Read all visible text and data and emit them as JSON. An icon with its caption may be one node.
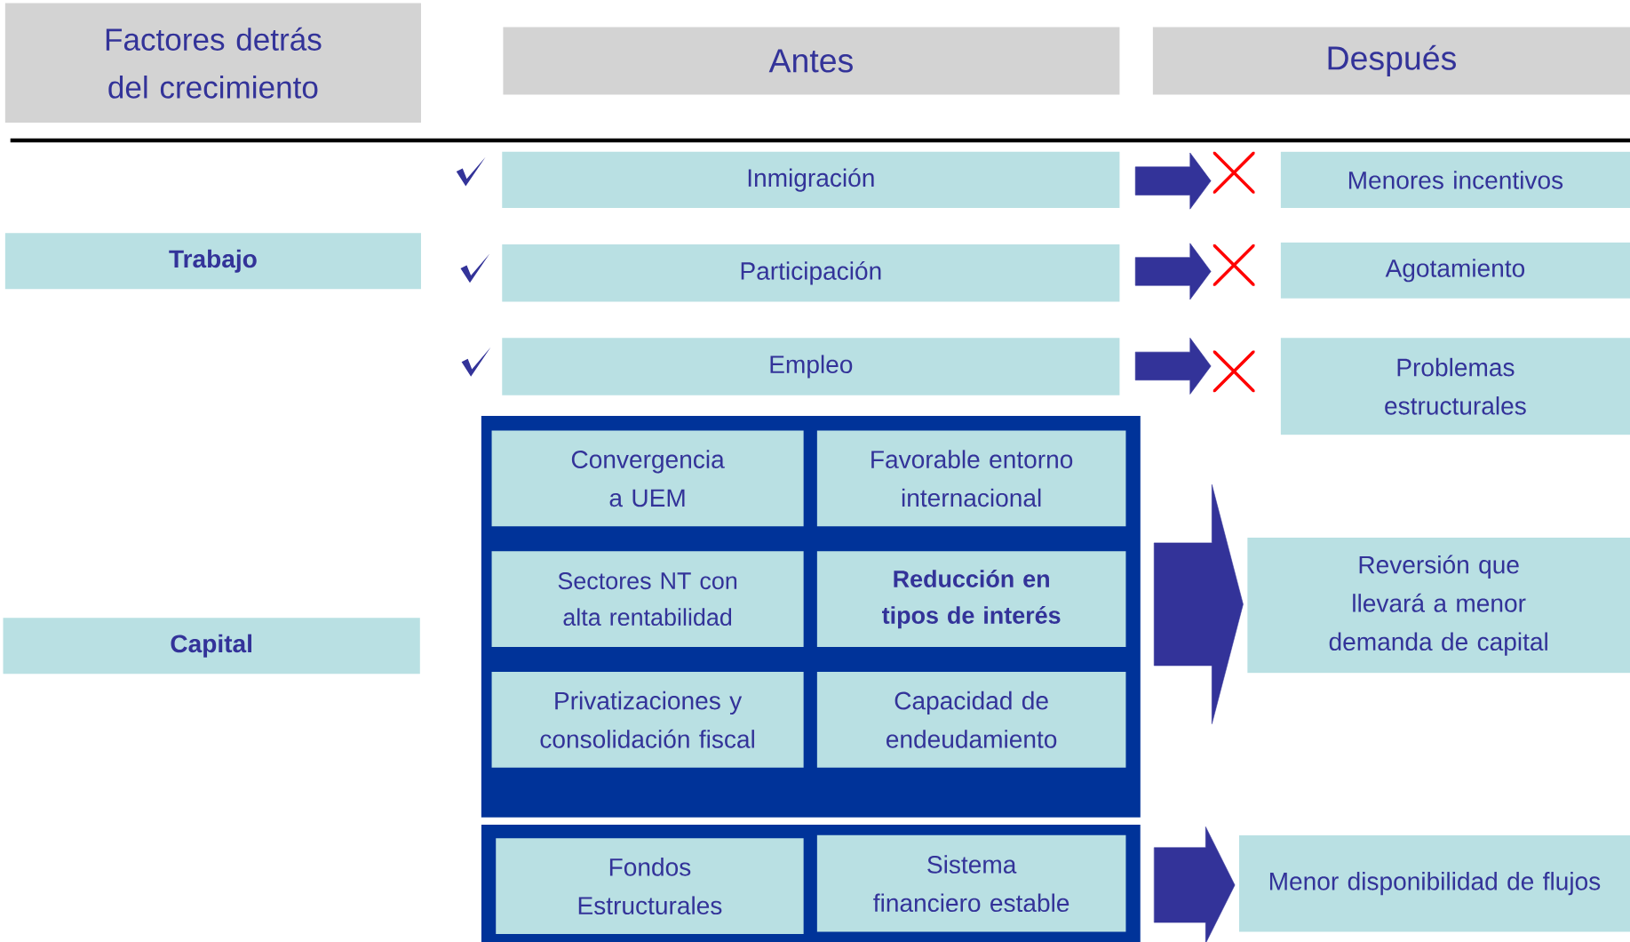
{
  "diagram": {
    "nodes": [
      {
        "text": [
          "Factores detrás del crecimiento"
        ]
      },
      {
        "text": [
          "Antes"
        ]
      },
      {
        "text": [
          "Después"
        ]
      },
      {
        "text": [
          "Trabajo"
        ]
      },
      {
        "text": [
          "Capital"
        ]
      },
      {
        "text": [
          "Inmigración"
        ]
      },
      {
        "text": [
          "Participación"
        ]
      },
      {
        "text": [
          "Empleo"
        ]
      },
      {
        "text": [],
        "shape": "box"
      },
      {
        "text": [
          "Convergencia a UEM"
        ],
        "in": 8
      },
      {
        "text": [
          "Favorable entorno internacional"
        ],
        "in": 8
      },
      {
        "text": [
          "Sectores NT con alta rentabilidad"
        ],
        "in": 8
      },
      {
        "text": [
          "Reducción en tipos de interés"
        ],
        "in": 8
      },
      {
        "text": [
          "Privatizaciones y consolidación fiscal"
        ],
        "in": 8
      },
      {
        "text": [
          "Capacidad de endeudamiento"
        ],
        "in": 8
      },
      {
        "text": [],
        "shape": "box"
      },
      {
        "text": [
          "Fondos Estructurales"
        ],
        "in": 15
      },
      {
        "text": [
          "Sistema financiero estable"
        ],
        "in": 15
      },
      {
        "text": [
          "Menores incentivos"
        ]
      },
      {
        "text": [
          "Agotamiento"
        ]
      },
      {
        "text": [
          "Problemas estructurales"
        ]
      },
      {
        "text": [
          "Reversión que llevará a menor demanda de capital"
        ]
      },
      {
        "text": [
          "Menor disponibilidad de flujos"
        ]
      },
      {
        "text": [],
        "shape": "cross"
      },
      {
        "text": [],
        "shape": "cross"
      },
      {
        "text": [],
        "shape": "cross"
      }
    ],
    "edges": [
      {
        "from": 5,
        "to": 23,
        "arrow": "to"
      },
      {
        "from": 6,
        "to": 24,
        "arrow": "to"
      },
      {
        "from": 7,
        "to": 25,
        "arrow": "to"
      },
      {
        "from": 8,
        "to": 21,
        "arrow": "to",
        "style": "thick"
      },
      {
        "from": 15,
        "to": 22,
        "arrow": "to",
        "style": "thick"
      }
    ]
  }
}
